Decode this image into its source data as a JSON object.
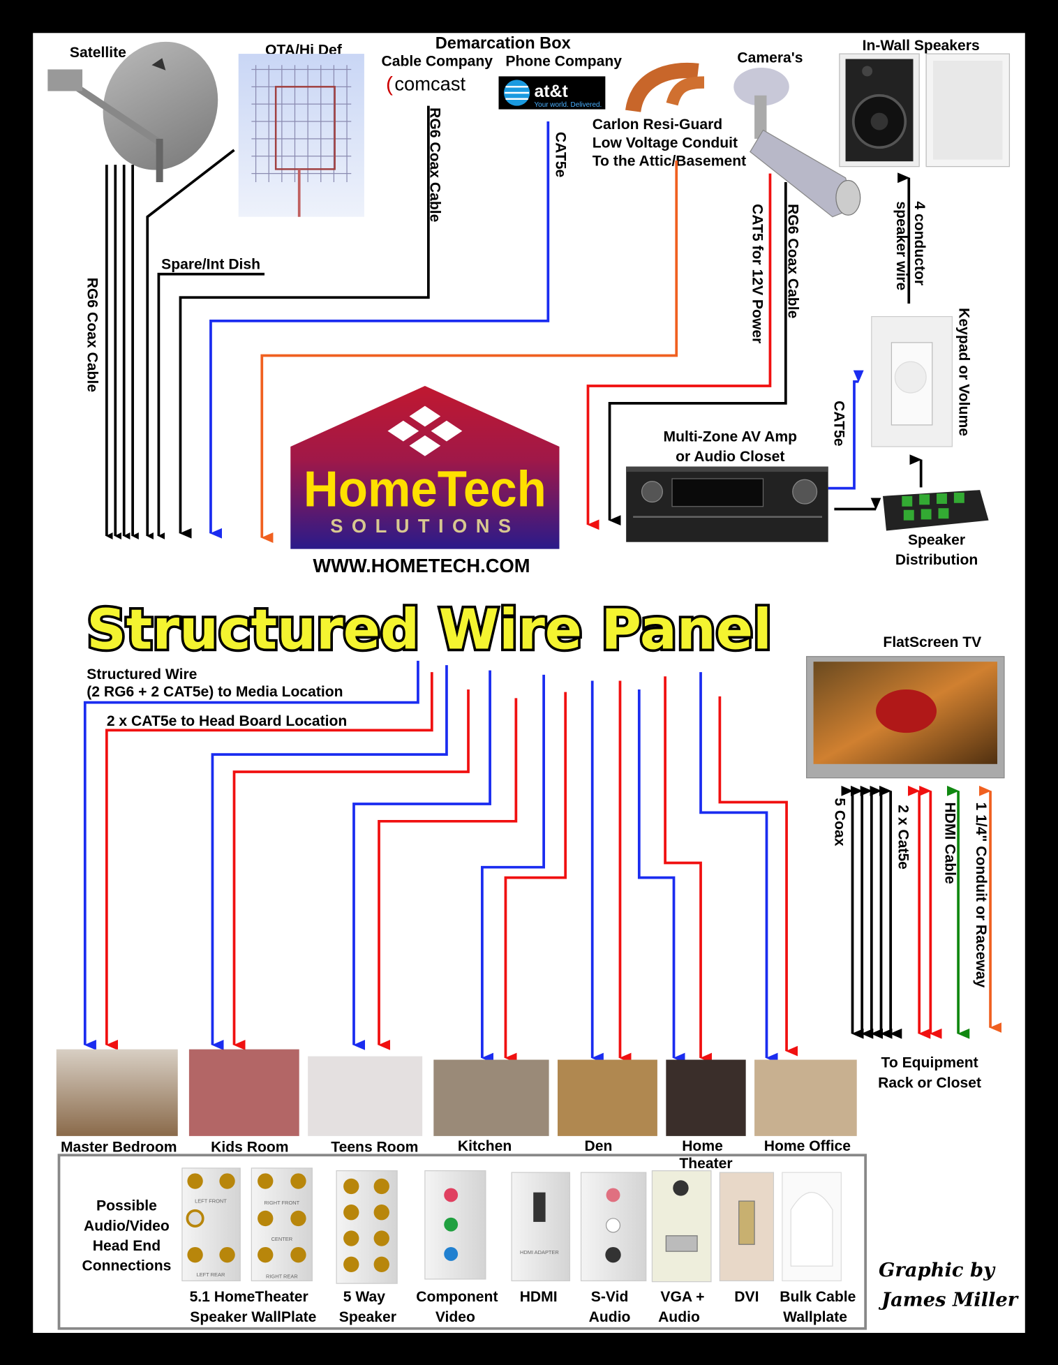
{
  "sources": {
    "satellite": "Satellite",
    "ota": "OTA/Hi Def",
    "demarc_title": "Demarcation Box",
    "cable_company": "Cable Company",
    "phone_company": "Phone Company",
    "comcast_logo": "comcast",
    "att_logo": "at&t",
    "att_tagline": "Your world. Delivered.",
    "conduit": [
      "Carlon Resi-Guard",
      "Low Voltage Conduit",
      "To the Attic/Basement"
    ],
    "cameras": "Camera's",
    "inwall_speakers": "In-Wall Speakers"
  },
  "wire_labels": {
    "rg6_left": "RG6 Coax Cable",
    "spare_dish": "Spare/Int Dish",
    "rg6_cable_co": "RG6 Coax Cable",
    "cat5e_phone": "CAT5e",
    "cat5_power": "CAT5 for 12V Power",
    "rg6_camera": "RG6 Coax Cable",
    "speaker_wire": [
      "4 conductor",
      "speaker wire"
    ],
    "keypad": "Keypad or Volume",
    "cat5e_keypad": "CAT5e"
  },
  "equipment": {
    "amp": [
      "Multi-Zone AV Amp",
      "or Audio Closet"
    ],
    "speaker_dist": [
      "Speaker",
      "Distribution"
    ]
  },
  "logo": {
    "name": "HomeTech",
    "sub": "SOLUTIONS",
    "url": "WWW.HOMETECH.COM"
  },
  "title": "Structured Wire Panel",
  "panel_labels": {
    "structured_wire": [
      "Structured Wire",
      "(2 RG6 + 2 CAT5e) to Media Location"
    ],
    "headboard": "2 x CAT5e to Head Board Location"
  },
  "tv": {
    "label": "FlatScreen TV",
    "wires": [
      "5 Coax",
      "2 x Cat5e",
      "HDMI Cable",
      "1 1/4\" Conduit or Raceway"
    ],
    "destination": [
      "To Equipment",
      "Rack or Closet"
    ]
  },
  "rooms": [
    "Master Bedroom",
    "Kids Room",
    "Teens Room",
    "Kitchen",
    "Den",
    "Home",
    "Theater",
    "Home Office"
  ],
  "head_end": {
    "title": [
      "Possible",
      "Audio/Video",
      "Head End",
      "Connections"
    ],
    "plates": [
      [
        "5.1 HomeTheater",
        "Speaker WallPlate"
      ],
      [
        "5 Way",
        "Speaker"
      ],
      [
        "Component",
        "Video"
      ],
      [
        "HDMI",
        ""
      ],
      [
        "S-Vid",
        "Audio"
      ],
      [
        "VGA +",
        "Audio"
      ],
      [
        "DVI",
        ""
      ],
      [
        "Bulk Cable",
        "Wallplate"
      ]
    ],
    "plate_text": [
      "LEFT FRONT",
      "LEFT REAR",
      "RIGHT FRONT",
      "CENTER",
      "RIGHT REAR",
      "HDMI ADAPTER"
    ]
  },
  "credit": [
    "Graphic by",
    "James Miller"
  ],
  "colors": {
    "blue": "#1a2cf0",
    "red": "#f01010",
    "orange": "#f06020",
    "green": "#118811",
    "title_fill": "#f4f430"
  }
}
